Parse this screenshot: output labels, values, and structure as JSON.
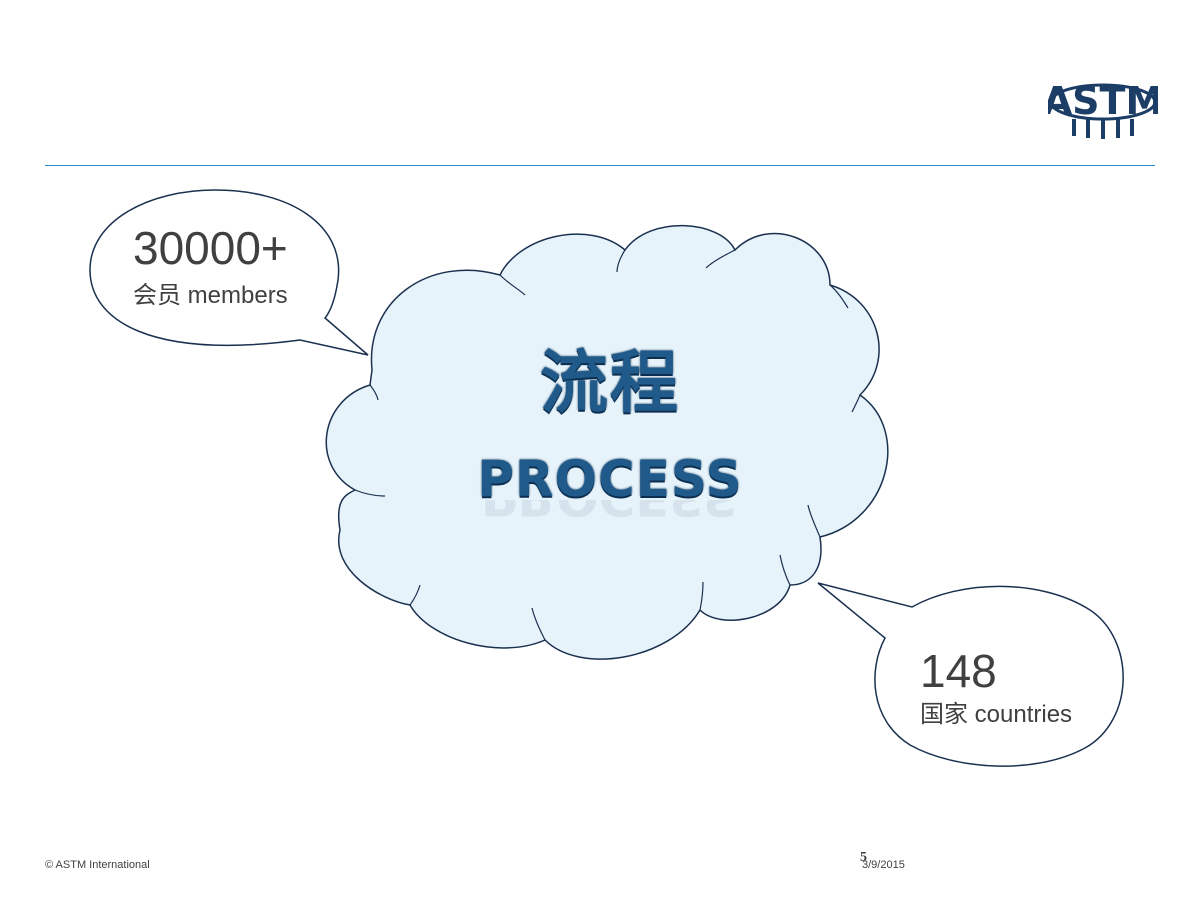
{
  "logo": {
    "text": "ASTM"
  },
  "bubbles": {
    "members": {
      "count": "30000+",
      "label": "会员 members"
    },
    "countries": {
      "count": "148",
      "label": "国家 countries"
    }
  },
  "cloud": {
    "title": "流程",
    "subtitle": "PROCESS"
  },
  "footer": {
    "copyright": "© ASTM International",
    "page_number": "5",
    "date": "3/9/2015"
  },
  "colors": {
    "accent_rule": "#2e8bc9",
    "cloud_fill": "#e6f3fb",
    "outline": "#1b3150",
    "title_blue": "#1f5a8a",
    "text_gray": "#404040"
  }
}
